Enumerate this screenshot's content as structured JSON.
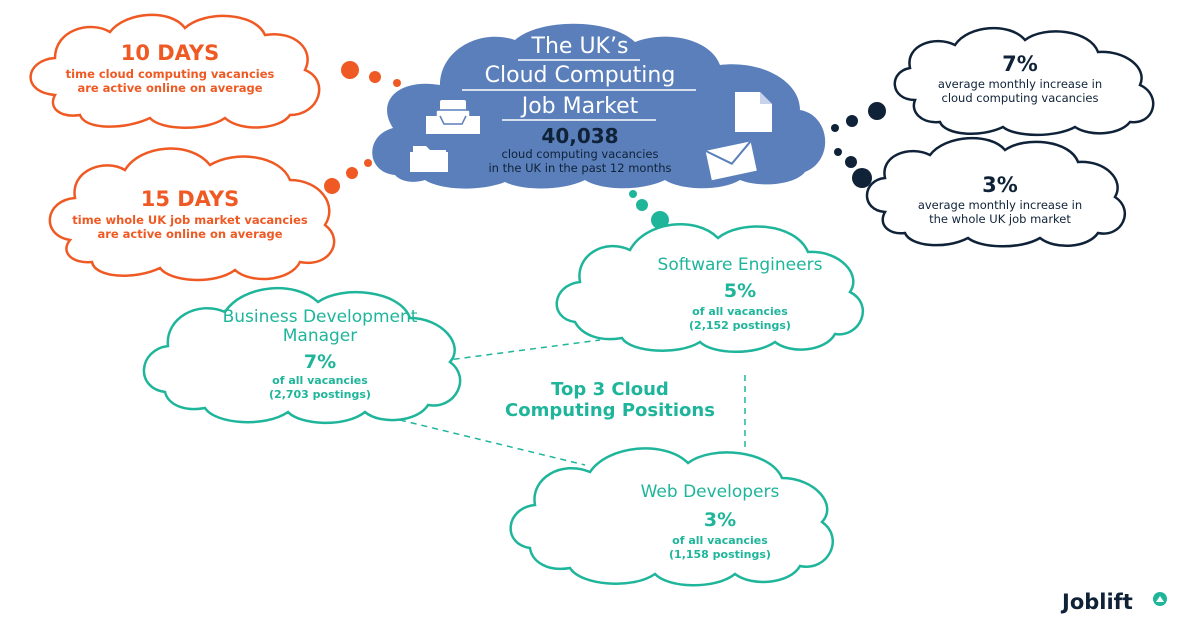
{
  "title": {
    "line1": "The UK’s",
    "line2": "Cloud Computing",
    "line3": "Job Market"
  },
  "main_stat": {
    "value": "40,038",
    "line1": "cloud computing vacancies",
    "line2": "in the UK in the past 12 months"
  },
  "stats": {
    "cloud_days": {
      "value": "10 DAYS",
      "line1": "time cloud computing vacancies",
      "line2": "are active online on average"
    },
    "uk_days": {
      "value": "15 DAYS",
      "line1": "time whole UK job market vacancies",
      "line2": "are active online on average"
    },
    "cloud_increase": {
      "value": "7%",
      "line1": "average monthly increase in",
      "line2": "cloud computing vacancies"
    },
    "uk_increase": {
      "value": "3%",
      "line1": "average monthly increase in",
      "line2": "the whole UK job market"
    }
  },
  "positions": {
    "heading_line1": "Top 3 Cloud",
    "heading_line2": "Computing Positions",
    "software": {
      "role": "Software Engineers",
      "pct": "5%",
      "line1": "of all vacancies",
      "line2": "(2,152 postings)"
    },
    "business": {
      "role_line1": "Business Development",
      "role_line2": "Manager",
      "pct": "7%",
      "line1": "of all vacancies",
      "line2": "(2,703 postings)"
    },
    "web": {
      "role": "Web Developers",
      "pct": "3%",
      "line1": "of all vacancies",
      "line2": "(1,158 postings)"
    }
  },
  "brand": {
    "name": "Joblift"
  },
  "colors": {
    "orange": "#ef5a24",
    "navy": "#0f2238",
    "teal": "#1fb59b",
    "blue": "#5a7fbb"
  },
  "icons": [
    "inbox-tray-icon",
    "folder-icon",
    "document-icon",
    "envelope-icon",
    "logo-arrow-icon"
  ]
}
